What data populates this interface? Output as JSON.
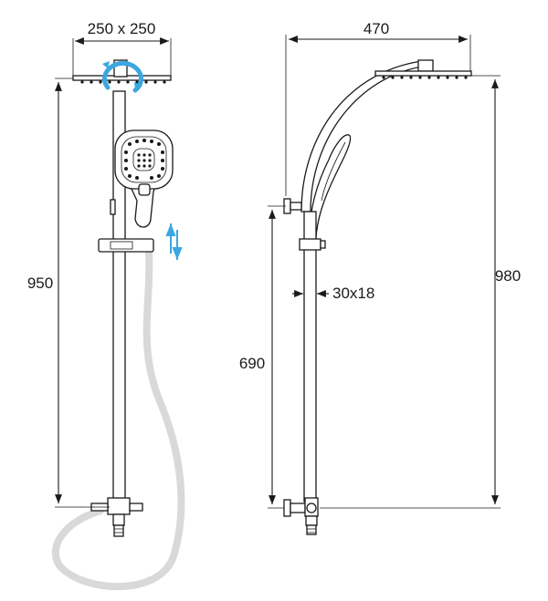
{
  "dimensions": {
    "head_size": "250 x 250",
    "left_height": "950",
    "projection": "470",
    "right_height": "980",
    "rail_height": "690",
    "rail_section": "30x18"
  },
  "icons": {
    "rotate": "rotate-arrows-icon",
    "slide": "up-down-arrows-icon"
  },
  "colors": {
    "line": "#1a1a1a",
    "indicator": "#3aa7e0",
    "hose": "#d9d9d9"
  }
}
